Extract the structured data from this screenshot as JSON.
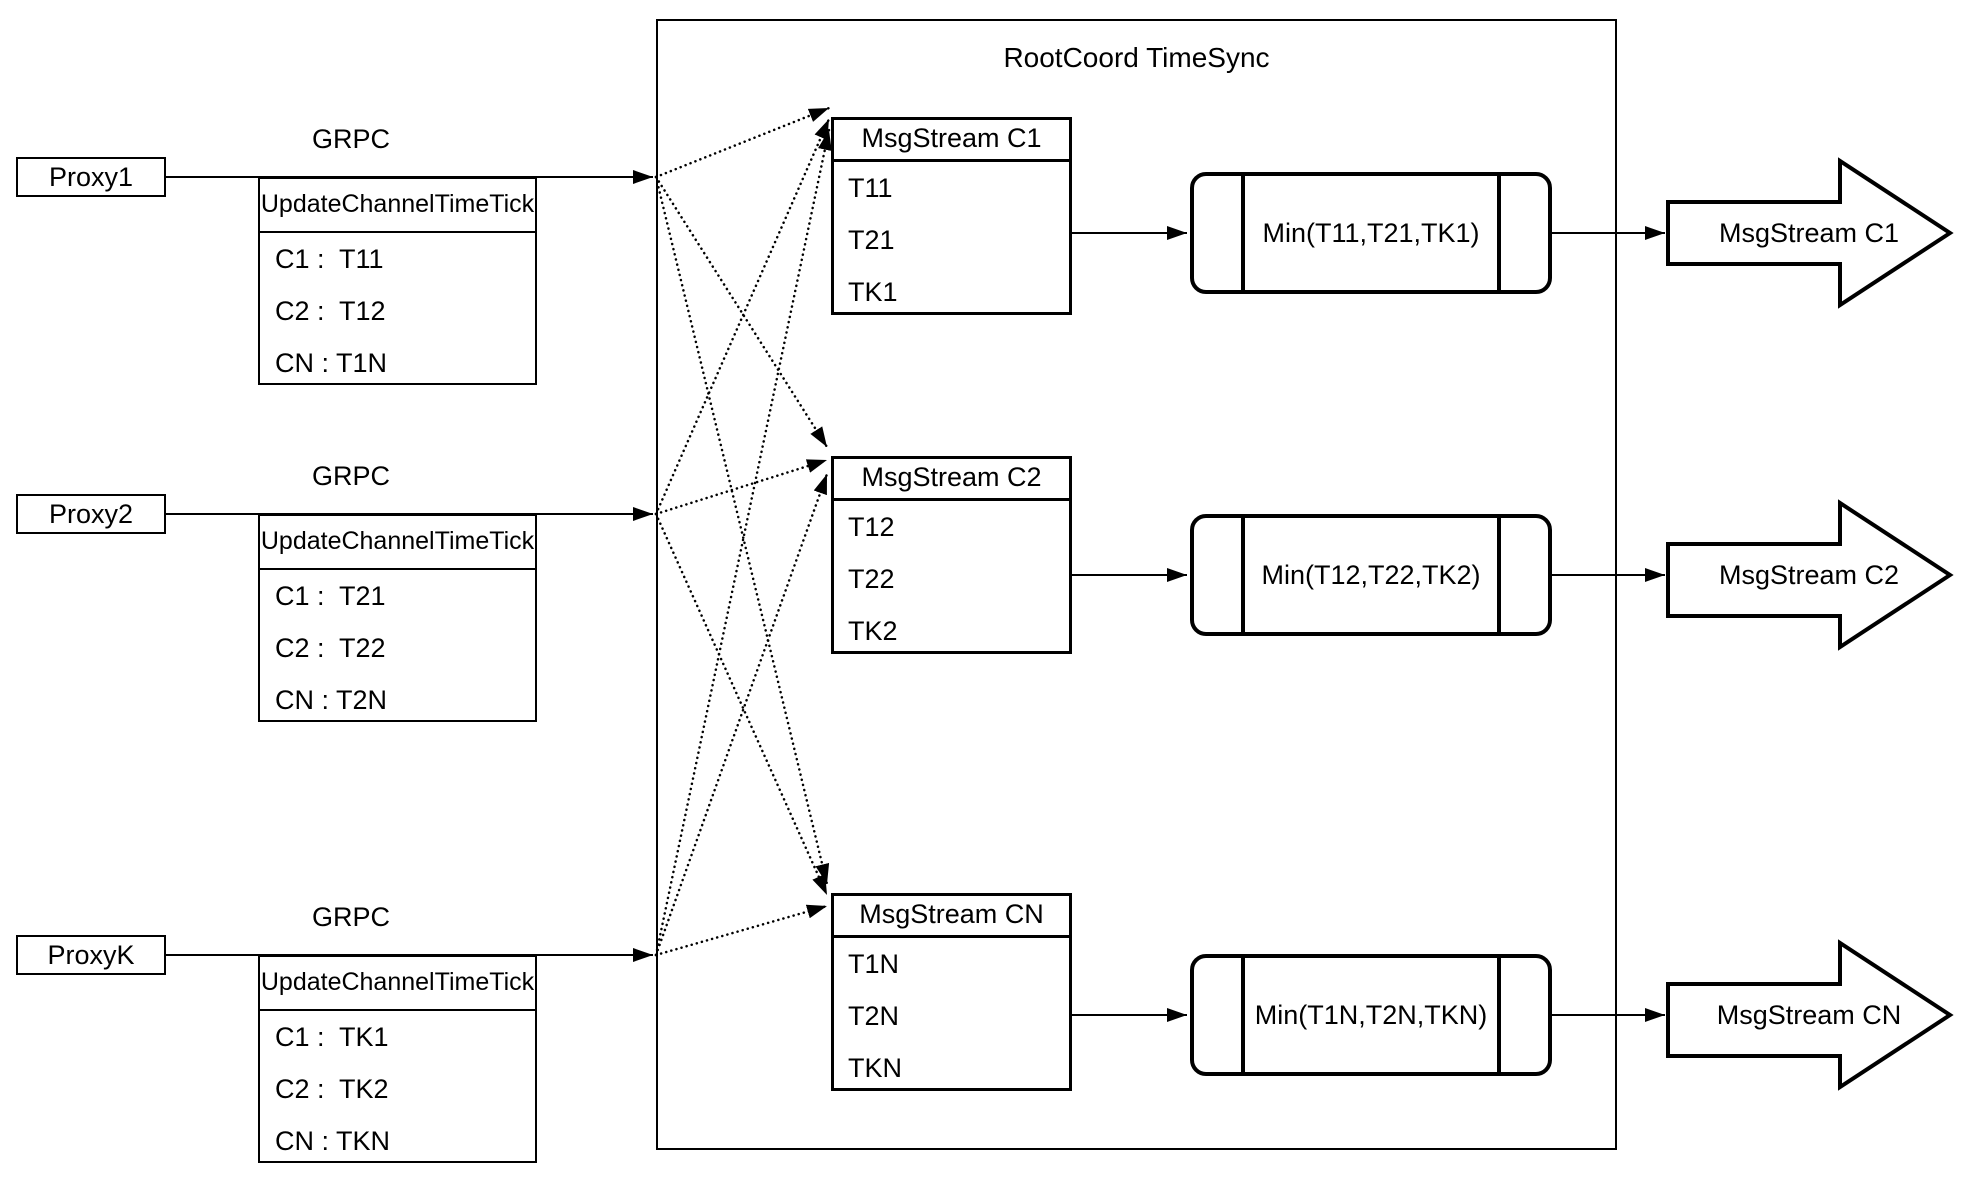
{
  "colors": {
    "stroke": "#000000",
    "background": "#ffffff"
  },
  "rootcoord": {
    "title": "RootCoord TimeSync"
  },
  "proxies": [
    {
      "name": "Proxy1",
      "grpc": "GRPC",
      "table": {
        "header": "UpdateChannelTimeTick",
        "rows": [
          "C1 :  T11",
          "C2 :  T12",
          "CN : T1N"
        ]
      }
    },
    {
      "name": "Proxy2",
      "grpc": "GRPC",
      "table": {
        "header": "UpdateChannelTimeTick",
        "rows": [
          "C1 :  T21",
          "C2 :  T22",
          "CN : T2N"
        ]
      }
    },
    {
      "name": "ProxyK",
      "grpc": "GRPC",
      "table": {
        "header": "UpdateChannelTimeTick",
        "rows": [
          "C1 :  TK1",
          "C2 :  TK2",
          "CN : TKN"
        ]
      }
    }
  ],
  "streams": [
    {
      "table": {
        "header": "MsgStream C1",
        "rows": [
          "T11",
          "T21",
          "TK1"
        ]
      },
      "min_label": "Min(T11,T21,TK1)",
      "output_label": "MsgStream C1"
    },
    {
      "table": {
        "header": "MsgStream C2",
        "rows": [
          "T12",
          "T22",
          "TK2"
        ]
      },
      "min_label": "Min(T12,T22,TK2)",
      "output_label": "MsgStream C2"
    },
    {
      "table": {
        "header": "MsgStream CN",
        "rows": [
          "T1N",
          "T2N",
          "TKN"
        ]
      },
      "min_label": "Min(T1N,T2N,TKN)",
      "output_label": "MsgStream CN"
    }
  ]
}
